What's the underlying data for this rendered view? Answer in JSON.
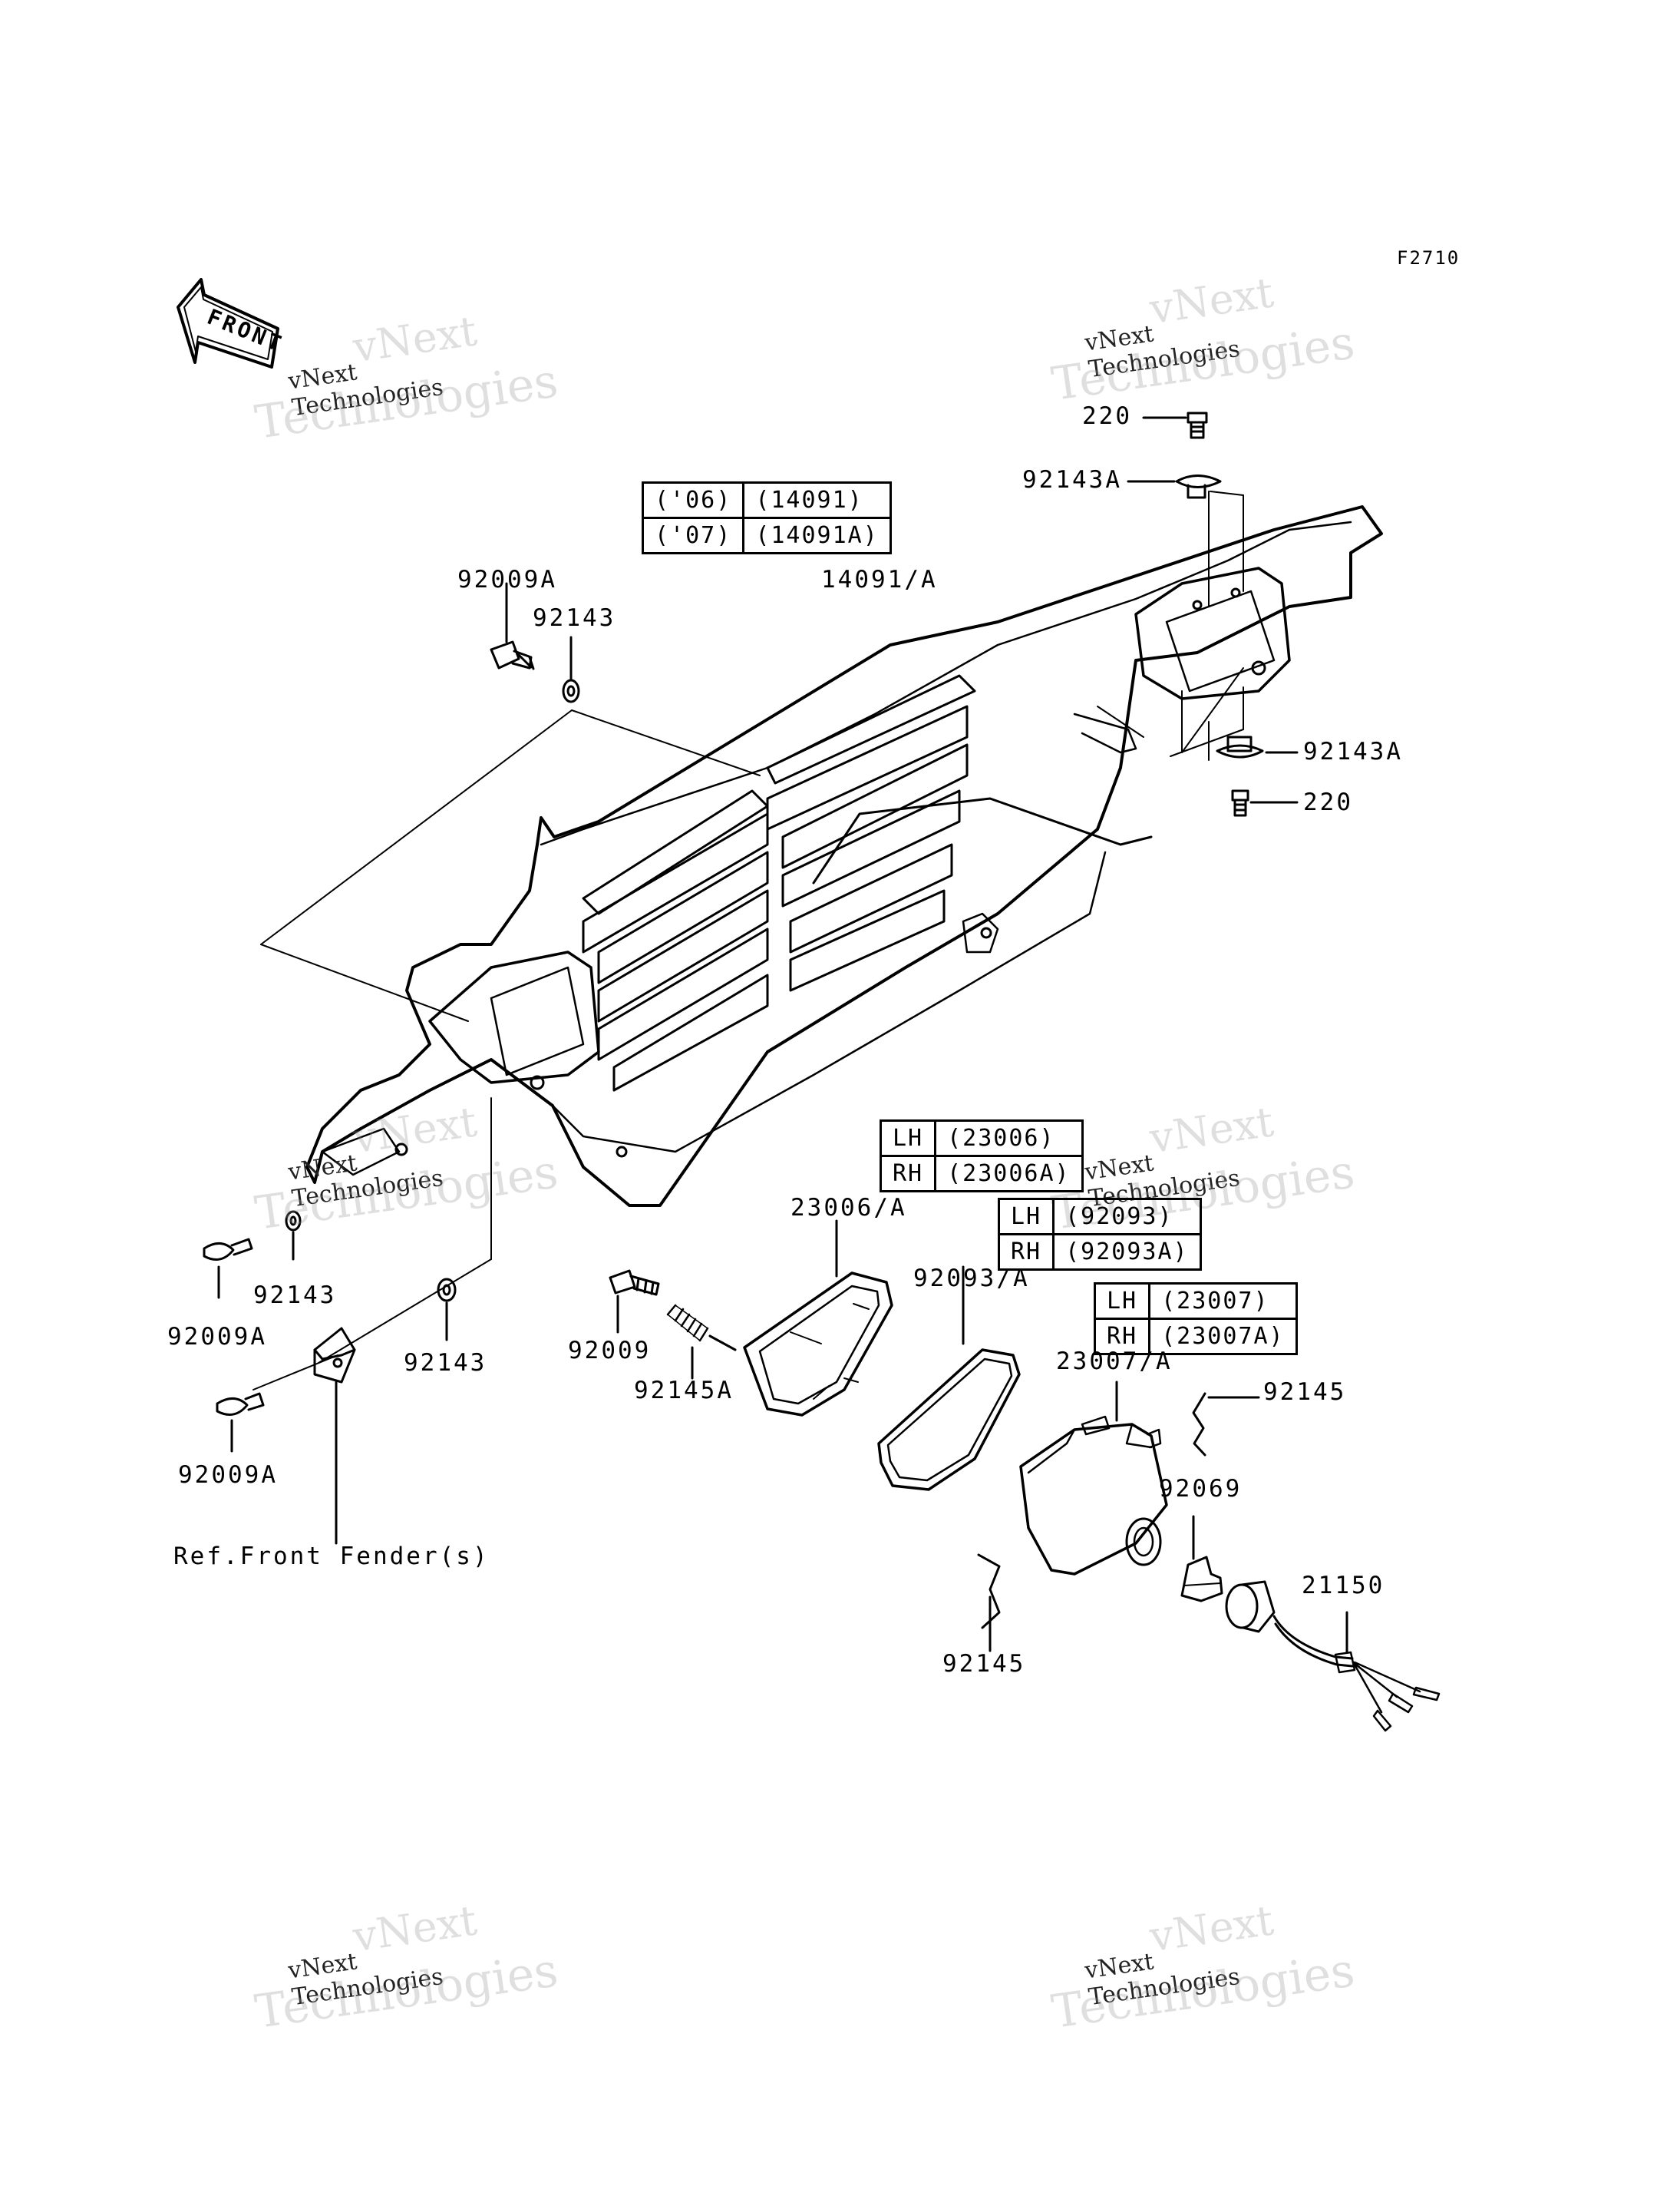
{
  "diagram": {
    "code": "F2710",
    "front_arrow_text": "FRONT",
    "watermark_line1": "vNext",
    "watermark_line2": "vNext Technologies",
    "watermark_line3": "Technologies",
    "labels": {
      "l_220_top": "220",
      "l_92143a_top": "92143A",
      "l_92143a_right": "92143A",
      "l_220_right": "220",
      "l_14091": "14091/A",
      "l_92009a_top": "92009A",
      "l_92143_top": "92143",
      "l_92009a_mid": "92009A",
      "l_92143_left": "92143",
      "l_92143_mid": "92143",
      "l_92009a_bot": "92009A",
      "l_ref_fender": "Ref.Front Fender(s)",
      "l_92009": "92009",
      "l_92145a": "92145A",
      "l_23006": "23006/A",
      "l_92093": "92093/A",
      "l_23007": "23007/A",
      "l_92145_right": "92145",
      "l_92069": "92069",
      "l_21150": "21150",
      "l_92145_bot": "92145"
    },
    "tables": {
      "t14091": [
        [
          "('06)",
          "(14091)"
        ],
        [
          "('07)",
          "(14091A)"
        ]
      ],
      "t23006": [
        [
          "LH",
          "(23006)"
        ],
        [
          "RH",
          "(23006A)"
        ]
      ],
      "t92093": [
        [
          "LH",
          "(92093)"
        ],
        [
          "RH",
          "(92093A)"
        ]
      ],
      "t23007": [
        [
          "LH",
          "(23007)"
        ],
        [
          "RH",
          "(23007A)"
        ]
      ]
    }
  }
}
